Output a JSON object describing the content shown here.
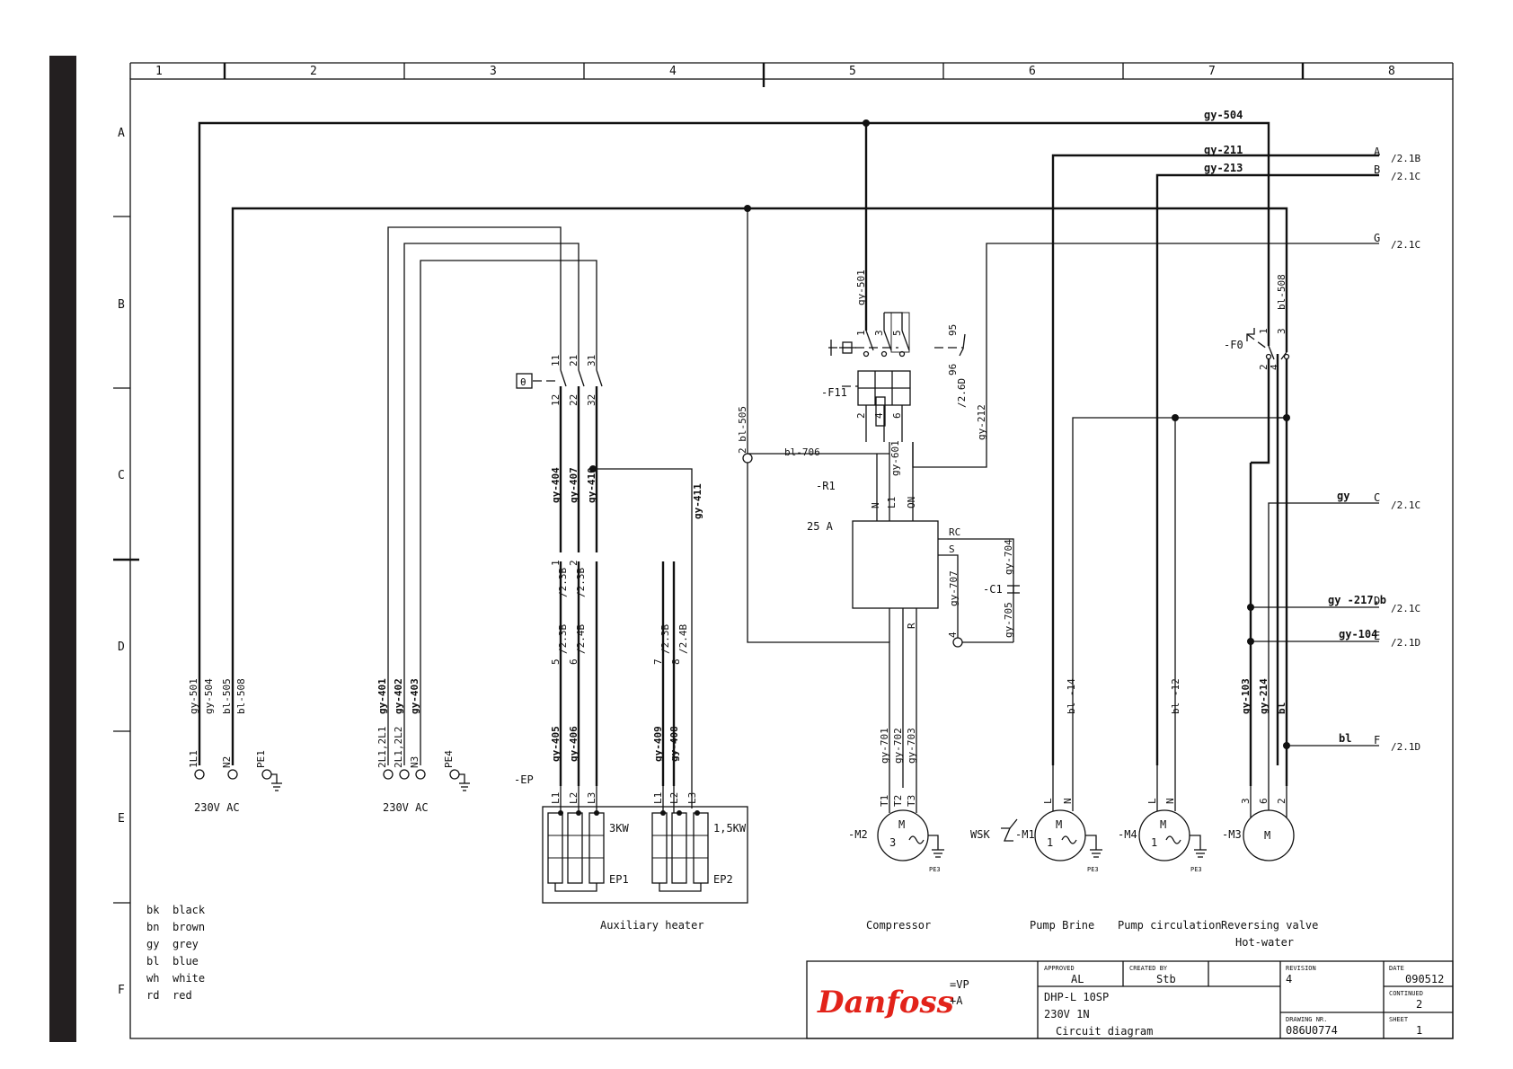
{
  "grid": {
    "columns": [
      "1",
      "2",
      "3",
      "4",
      "5",
      "6",
      "7",
      "8"
    ],
    "rows": [
      "A",
      "B",
      "C",
      "D",
      "E",
      "F"
    ]
  },
  "wires": {
    "gy504_top": "gy-504",
    "gy211": "gy-211",
    "gy213": "gy-213",
    "bl508_right": "bl-508",
    "gy501_f11": "gy-501",
    "bl505_mid": "2  bl-505",
    "bl706": "bl-706",
    "gy601": "gy-601",
    "gy212": "gy-212",
    "gy404": "gy-404",
    "gy407": "gy-407",
    "gy410": "gy-410",
    "gy411": "gy-411",
    "gy704": "gy-704",
    "gy705": "gy-705",
    "gy707": "gy-707",
    "gy_c": "gy",
    "gy217b": "gy -217,b",
    "gy104": "gy-104",
    "bl_f": "bl",
    "gy501_bot": "gy-501",
    "gy504_bot": "gy-504",
    "bl505_bot": "bl-505",
    "bl508_bot": "bl-508",
    "gy401": "gy-401",
    "gy402": "gy-402",
    "gy403": "gy-403",
    "gy405": "gy-405",
    "gy406": "gy-406",
    "gy409": "gy-409",
    "gy408": "gy-408",
    "gy701": "gy-701",
    "gy702": "gy-702",
    "gy703": "gy-703",
    "bl14": "bl -14",
    "bl12": "bl -12",
    "gy103": "gy-103",
    "gy214": "gy-214",
    "bl_m3": "bl"
  },
  "refs": {
    "A": "A",
    "A_ref": "/2.1B",
    "B": "B",
    "B_ref": "/2.1C",
    "G": "G",
    "G_ref": "/2.1C",
    "C": "C",
    "C_ref": "/2.1C",
    "D": "D",
    "D_ref": "/2.1C",
    "E": "E",
    "E_ref": "/2.1D",
    "F": "F",
    "F_ref": "/2.1D",
    "f11_ref": "/2.6D",
    "k1_r1": "/2.3B",
    "k1_r2": "/2.3B",
    "k2_r1": "/2.3B",
    "k2_r2": "/2.4B",
    "k3_r1": "/2.3B",
    "k3_r2": "/2.4B"
  },
  "components": {
    "f11": "-F11",
    "f0": "-F0",
    "r1": "-R1",
    "r1_rating": "25 A",
    "c1": "-C1",
    "ep": "-EP",
    "ep1": "EP1",
    "ep2": "EP2",
    "ep1_power": "3KW",
    "ep2_power": "1,5KW",
    "m1": "-M1",
    "m2": "-M2",
    "m3": "-M3",
    "m4": "-M4",
    "wsk": "WSK",
    "theta": "θ"
  },
  "terminals": {
    "t1": "1",
    "t3": "3",
    "t5": "5",
    "t95": "95",
    "t96": "96",
    "t2": "2",
    "t4": "4",
    "t6": "6",
    "t11": "11",
    "t21": "21",
    "t31": "31",
    "t12": "12",
    "t22": "22",
    "t32": "32",
    "n": "N",
    "l1": "L1",
    "on": "ON",
    "rc": "RC",
    "s": "S",
    "r": "R",
    "r4": "4",
    "k1a": "1",
    "k1b": "2",
    "k2a": "5",
    "k2b": "6",
    "k3a": "7",
    "k3b": "8",
    "tT1": "T1",
    "tT2": "T2",
    "tT3": "T3",
    "ep_l1": "L1",
    "ep_l2": "L2",
    "ep_l3": "L3",
    "ep2_l1": "L1",
    "ep2_l2": "L2",
    "ep2_l3": "L3",
    "m1_l": "L",
    "m1_n": "N",
    "m4_l": "L",
    "m4_n": "N",
    "m3_3": "3",
    "m3_6": "6",
    "m3_2": "2",
    "f0_1": "1",
    "f0_3": "3",
    "f0_2": "2",
    "f0_4": "4",
    "x1l1": "1L1",
    "xn2": "N2",
    "pe1": "PE1",
    "x2l1": "2L1,2L1",
    "x2l2": "2L1,2L2",
    "xn3": "N3",
    "pe4": "PE4",
    "pe3a": "PE3",
    "pe3b": "PE3",
    "pe3c": "PE3",
    "supply1": "230V  AC",
    "supply2": "230V  AC"
  },
  "motors": {
    "m": "M",
    "m2_phase": "3",
    "m1_phase": "1",
    "m4_phase": "1"
  },
  "captions": {
    "aux": "Auxiliary heater",
    "comp": "Compressor",
    "brine": "Pump Brine",
    "circ": "Pump circulation",
    "rev1": "Reversing valve",
    "rev2": "Hot-water"
  },
  "legend": [
    {
      "code": "bk",
      "name": "black"
    },
    {
      "code": "bn",
      "name": "brown"
    },
    {
      "code": "gy",
      "name": "grey"
    },
    {
      "code": "bl",
      "name": "blue"
    },
    {
      "code": "wh",
      "name": "white"
    },
    {
      "code": "rd",
      "name": "red"
    }
  ],
  "title_block": {
    "logo": "Danfoss",
    "logo_color": "#e2231a",
    "vp": "=VP",
    "a": "+A",
    "approved_label": "APPROVED",
    "approved": "AL",
    "created_label": "CREATED BY",
    "created": "Stb",
    "revision_label": "REVISION",
    "revision": "4",
    "date_label": "DATE",
    "date": "090512",
    "model": "DHP-L 10SP",
    "supply": "230V 1N",
    "doc": "Circuit diagram",
    "continued_label": "CONTINUED",
    "continued": "2",
    "drawing_label": "DRAWING NR.",
    "drawing": "086U0774",
    "sheet_label": "SHEET",
    "sheet": "1"
  }
}
